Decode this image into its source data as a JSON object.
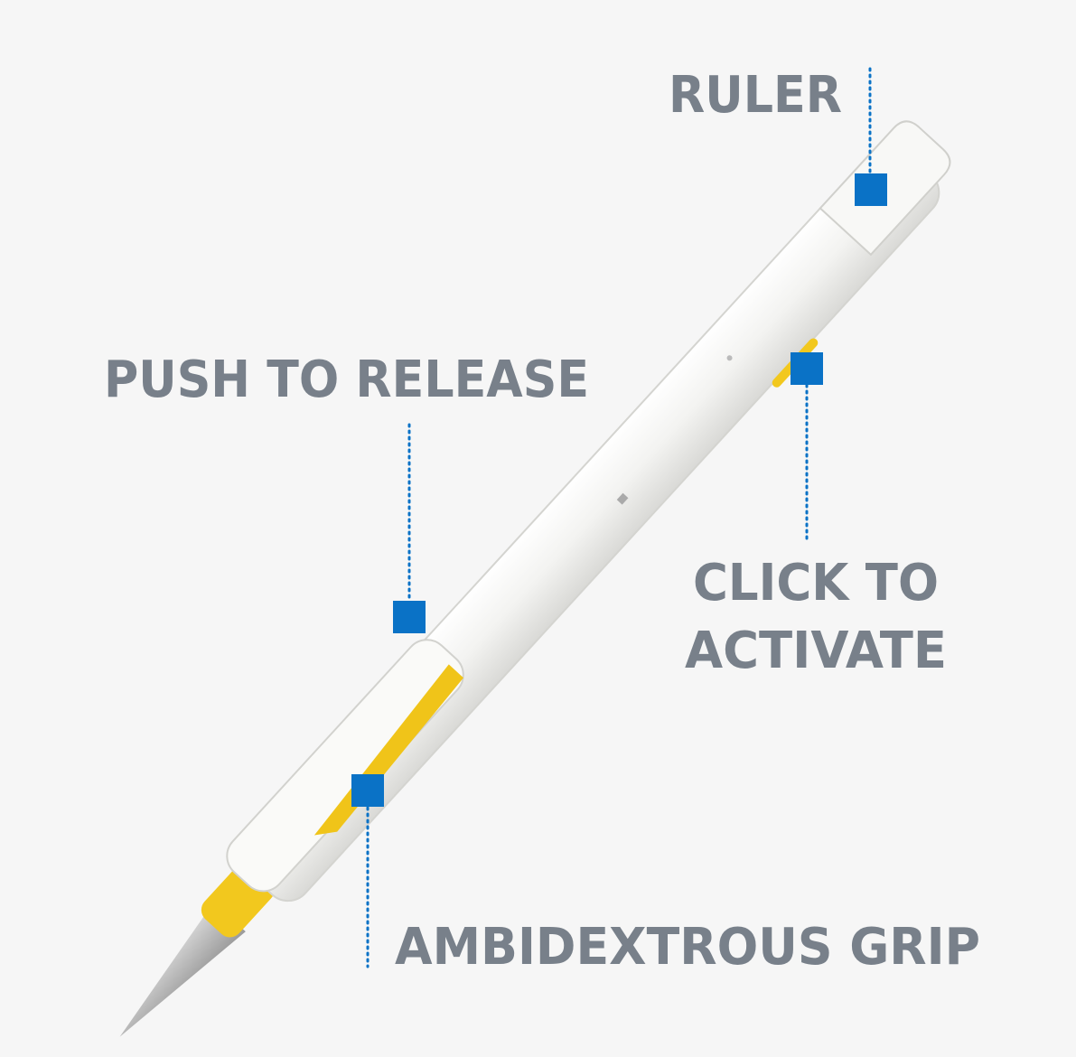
{
  "labels": {
    "ruler": "RULER",
    "push_to_release": "PUSH TO RELEASE",
    "click_to_activate_line1": "CLICK TO",
    "click_to_activate_line2": "ACTIVATE",
    "ambidextrous_grip": "AMBIDEXTROUS GRIP"
  },
  "colors": {
    "background": "#f6f6f6",
    "label_text": "#78808a",
    "marker_blue": "#0a72c6",
    "pen_body": "#f2f2f0",
    "accent_yellow": "#f2c81e",
    "blade": "#b8b8b8"
  }
}
